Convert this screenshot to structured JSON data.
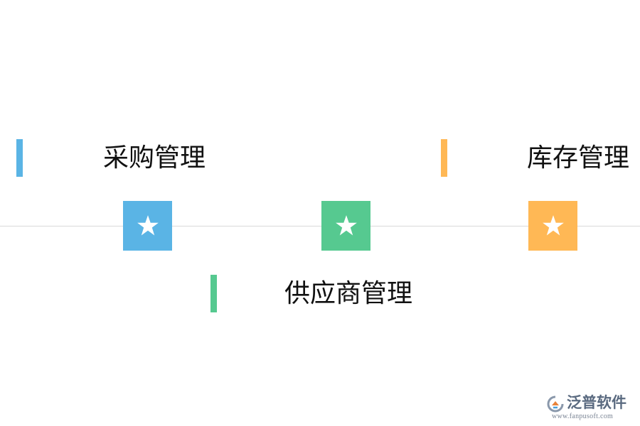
{
  "colors": {
    "blue": "#5ab4e5",
    "green": "#56c990",
    "orange": "#ffb855",
    "line": "#d9d9d9",
    "star": "#ffffff"
  },
  "nodes": [
    {
      "label": "采购管理",
      "color": "#5ab4e5",
      "icon": "star-icon"
    },
    {
      "label": "供应商管理",
      "color": "#56c990",
      "icon": "star-icon"
    },
    {
      "label": "库存管理",
      "color": "#ffb855",
      "icon": "star-icon"
    }
  ],
  "watermark": {
    "name": "泛普软件",
    "url": "www.fanpusoft.com"
  }
}
